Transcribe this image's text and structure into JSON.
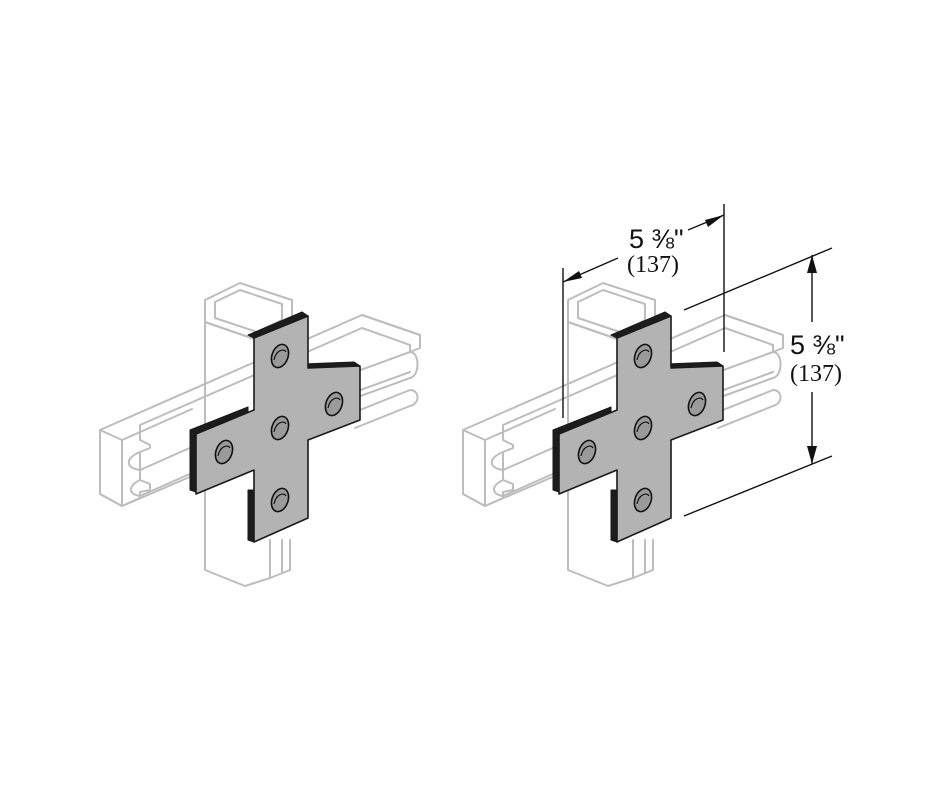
{
  "dimensions": {
    "horizontal": {
      "imperial": "5 ⅜\"",
      "metric": "(137)"
    },
    "vertical": {
      "imperial": "5 ⅜\"",
      "metric": "(137)"
    }
  }
}
